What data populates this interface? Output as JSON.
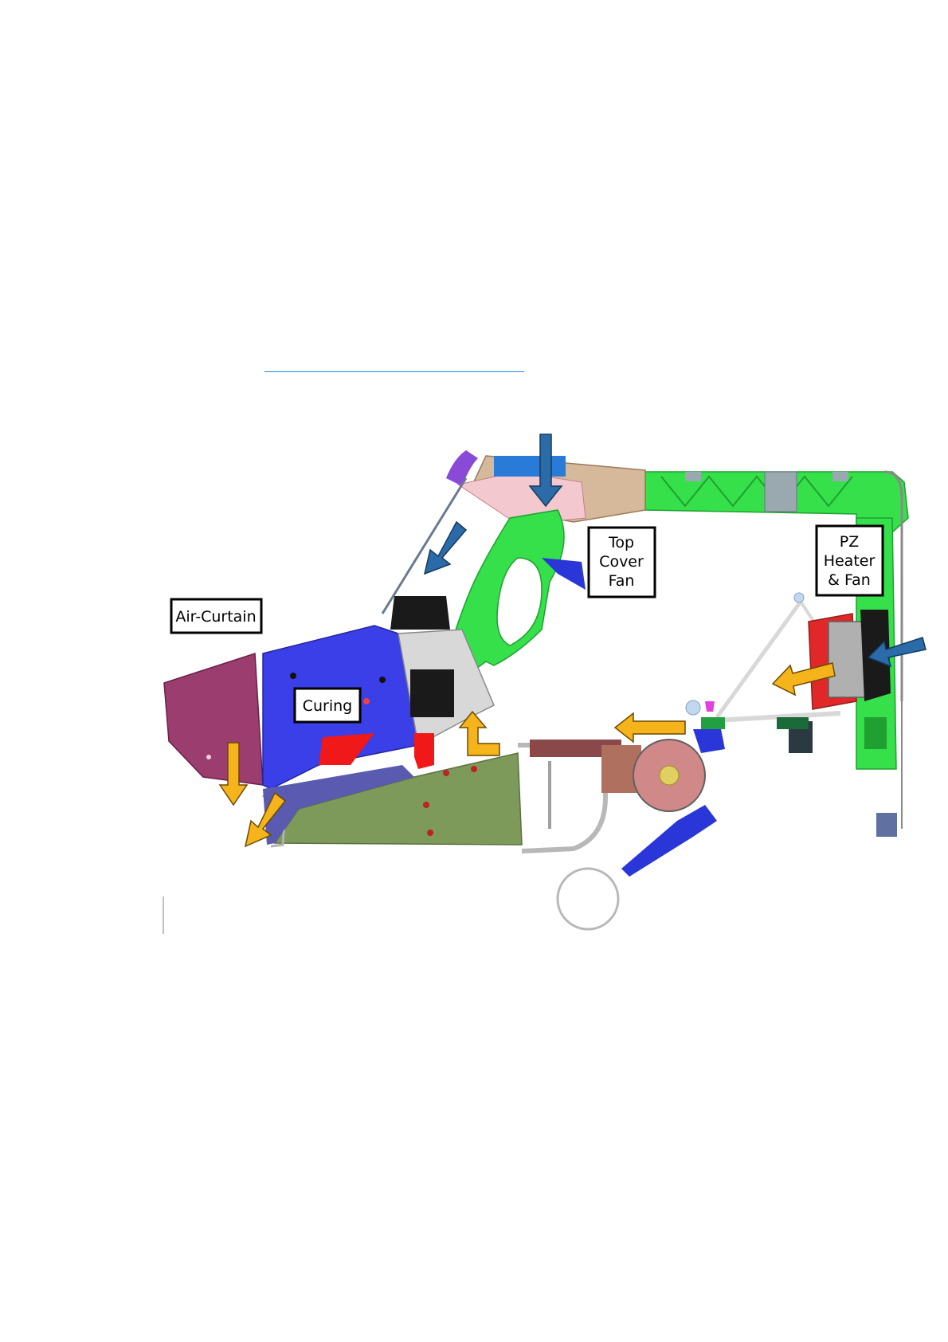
{
  "labels": {
    "air_curtain": "Air-Curtain",
    "curing": "Curing",
    "top_cover_fan": [
      "Top",
      "Cover",
      "Fan"
    ],
    "pz_heater_fan": [
      "PZ",
      "Heater",
      "& Fan"
    ]
  },
  "colors": {
    "link_line": "#1e88d8",
    "frame_green": "#35e04a",
    "curing_blue": "#3a3fe8",
    "air_curtain_purple": "#9b3d6e",
    "olive_base": "#7e9a5a",
    "warm_air_arrow": "#f5b41c",
    "cool_air_arrow": "#2b6ca8",
    "hot_red": "#f01818"
  }
}
